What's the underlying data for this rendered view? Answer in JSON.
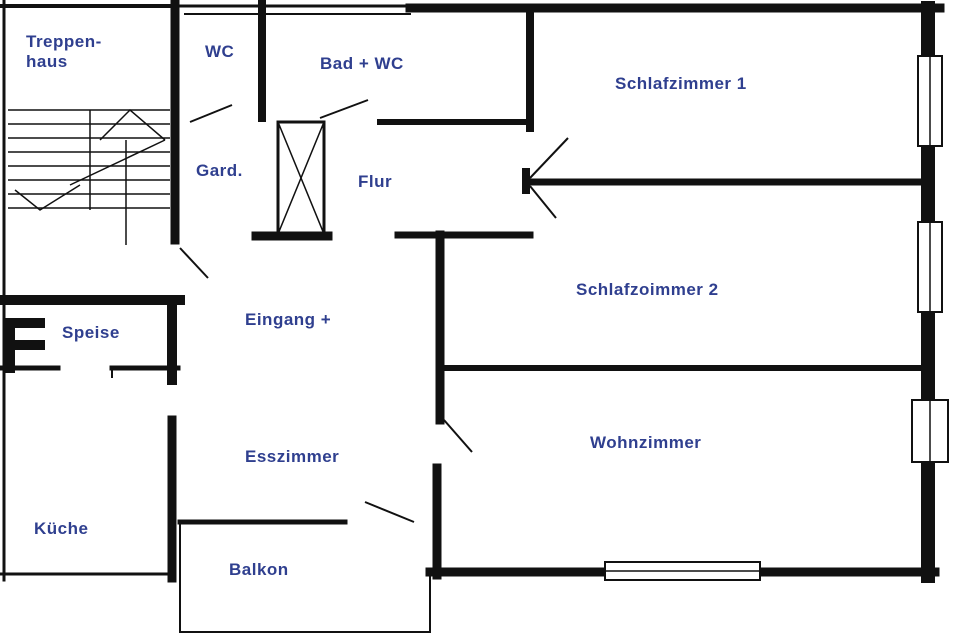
{
  "floorplan": {
    "label_color": "#2f3f8f",
    "wall_color": "#111111",
    "rooms": {
      "treppenhaus": "Treppen-\nhaus",
      "wc": "WC",
      "bad_wc": "Bad  + WC",
      "schlafzimmer1": "Schlafzimmer 1",
      "gard": "Gard.",
      "flur": "Flur",
      "schlafzimmer2": "Schlafzoimmer 2",
      "speise": "Speise",
      "eingang": "Eingang +",
      "esszimmer": "Esszimmer",
      "wohnzimmer": "Wohnzimmer",
      "kueche": "Küche",
      "balkon": "Balkon"
    }
  }
}
